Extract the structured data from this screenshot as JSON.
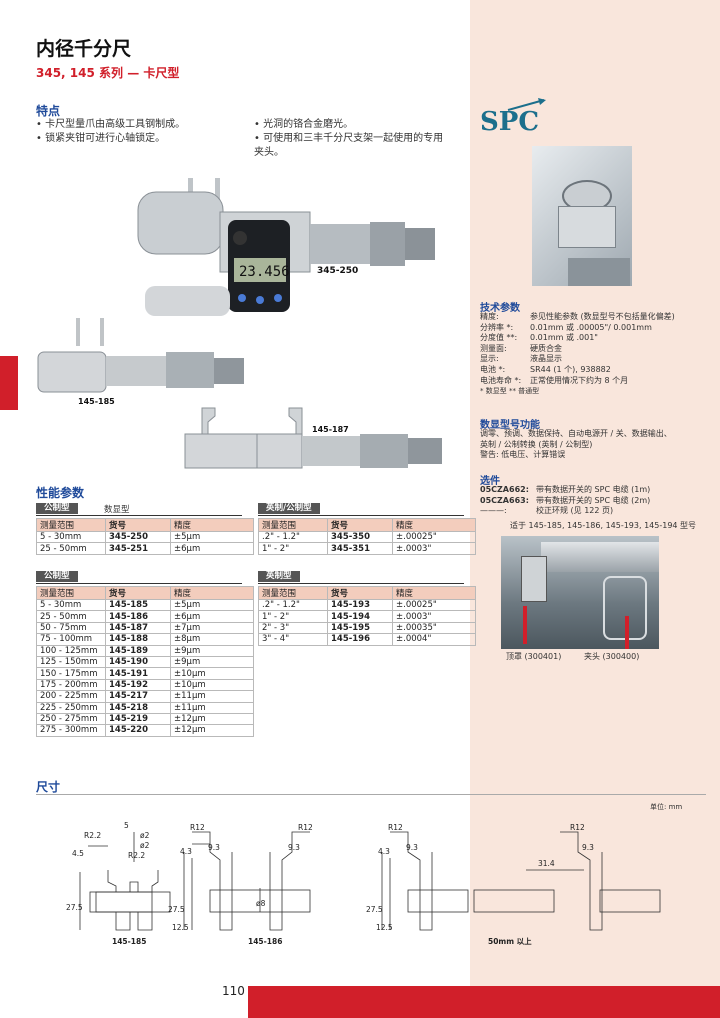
{
  "header": {
    "title": "内径千分尺",
    "subtitle": "345, 145 系列 — 卡尺型"
  },
  "features": {
    "heading": "特点",
    "left": [
      "• 卡尺型量爪由高级工具钢制成。",
      "• 锁紧夹钳可进行心轴锁定。"
    ],
    "right": [
      "• 光洞的铬合金磨光。",
      "• 可使用和三丰千分尺支架一起使用的专用",
      "  夹头。"
    ]
  },
  "images": {
    "model_345_250": "345-250",
    "model_145_185": "145-185",
    "model_145_187": "145-187",
    "display_reading": "23.456",
    "spc_logo": "SPC"
  },
  "specs": {
    "heading": "性能参数",
    "digital": {
      "tag": "公制型",
      "note": "数显型",
      "header": [
        "测量范围",
        "货号",
        "精度"
      ],
      "rows": [
        [
          "5 - 30mm",
          "345-250",
          "±5μm"
        ],
        [
          "25 - 50mm",
          "345-251",
          "±6μm"
        ]
      ]
    },
    "digital_inch": {
      "tag": "英制/公制型",
      "header": [
        "测量范围",
        "货号",
        "精度"
      ],
      "rows": [
        [
          ".2\" - 1.2\"",
          "345-350",
          "±.00025\""
        ],
        [
          "1\" - 2\"",
          "345-351",
          "±.0003\""
        ]
      ]
    },
    "metric": {
      "tag": "公制型",
      "header": [
        "测量范围",
        "货号",
        "精度"
      ],
      "rows": [
        [
          "5 - 30mm",
          "145-185",
          "±5μm"
        ],
        [
          "25 - 50mm",
          "145-186",
          "±6μm"
        ],
        [
          "50 - 75mm",
          "145-187",
          "±7μm"
        ],
        [
          "75 - 100mm",
          "145-188",
          "±8μm"
        ],
        [
          "100 - 125mm",
          "145-189",
          "±9μm"
        ],
        [
          "125 - 150mm",
          "145-190",
          "±9μm"
        ],
        [
          "150 - 175mm",
          "145-191",
          "±10μm"
        ],
        [
          "175 - 200mm",
          "145-192",
          "±10μm"
        ],
        [
          "200 - 225mm",
          "145-217",
          "±11μm"
        ],
        [
          "225 - 250mm",
          "145-218",
          "±11μm"
        ],
        [
          "250 - 275mm",
          "145-219",
          "±12μm"
        ],
        [
          "275 - 300mm",
          "145-220",
          "±12μm"
        ]
      ]
    },
    "inch": {
      "tag": "英制型",
      "header": [
        "测量范围",
        "货号",
        "精度"
      ],
      "rows": [
        [
          ".2\" - 1.2\"",
          "145-193",
          "±.00025\""
        ],
        [
          "1\" - 2\"",
          "145-194",
          "±.0003\""
        ],
        [
          "2\" - 3\"",
          "145-195",
          "±.00035\""
        ],
        [
          "3\" - 4\"",
          "145-196",
          "±.0004\""
        ]
      ]
    }
  },
  "tech_params": {
    "heading": "技术参数",
    "lines": [
      [
        "精度:",
        "参见性能参数 (数显型号不包括量化偏差)"
      ],
      [
        "分辨率 *:",
        "0.01mm 或 .00005\"/ 0.001mm"
      ],
      [
        "分度值 **:",
        "0.01mm 或 .001\""
      ],
      [
        "测量面:",
        "硬质合金"
      ],
      [
        "显示:",
        "液晶显示"
      ],
      [
        "电池 *:",
        "SR44 (1 个), 938882"
      ],
      [
        "电池寿命 *:",
        "正常使用情况下约为 8 个月"
      ]
    ],
    "footnote": "* 数显型    ** 普通型"
  },
  "digital_functions": {
    "heading": "数显型号功能",
    "lines": [
      "调零、预调、数据保持、自动电源开 / 关、数据输出、",
      "英制 / 公制转换 (英制 / 公制型)"
    ],
    "warning": "警告:        低电压、计算错误"
  },
  "options": {
    "heading": "选件",
    "lines": [
      [
        "05CZA662:",
        "带有数据开关的 SPC 电缆 (1m)"
      ],
      [
        "05CZA663:",
        "带有数据开关的 SPC 电缆 (2m)"
      ],
      [
        "———:",
        "校正环规 (见 122 页)"
      ]
    ],
    "applies": "适于 145-185, 145-186, 145-193, 145-194 型号",
    "label_left": "顶罩 (300401)",
    "label_right": "夹头 (300400)"
  },
  "dimensions": {
    "heading": "尺寸",
    "unit": "单位: mm",
    "labels": {
      "d1": "145-185",
      "d2": "145-186",
      "d3": "50mm 以上"
    },
    "values": [
      "R2.2",
      "5",
      "ø2",
      "ø2",
      "4.5",
      "R2.2",
      "27.5",
      "R12",
      "R12",
      "4.3",
      "9.3",
      "9.3",
      "27.5",
      "12.5",
      "ø8",
      "R12",
      "R12",
      "4.3",
      "9.3",
      "9.3",
      "27.5",
      "12.5",
      "31.4"
    ]
  },
  "footer": {
    "page": "110"
  },
  "colors": {
    "accent_red": "#d11f2a",
    "heading_blue": "#1f4a9a",
    "panel_bg": "#f9e6dc",
    "table_header": "#f3cdbd"
  }
}
